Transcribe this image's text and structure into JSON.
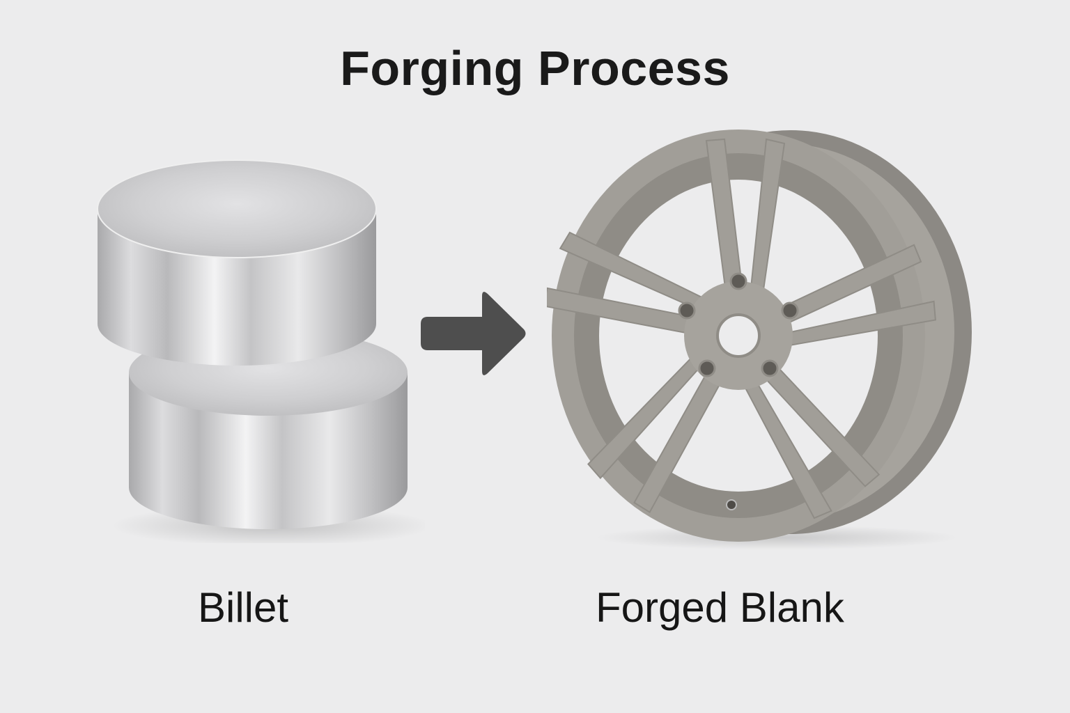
{
  "title": "Forging Process",
  "stages": [
    {
      "label": "Billet",
      "icon": "metal-billet-cylinders"
    },
    {
      "label": "Forged Blank",
      "icon": "forged-wheel-blank"
    }
  ],
  "connector": {
    "icon": "right-arrow-icon",
    "color": "#4e4e4e"
  },
  "colors": {
    "background": "#ececed",
    "text": "#161616",
    "billet_metal": "#c8c8ca",
    "wheel_metal": "#a19e98"
  }
}
